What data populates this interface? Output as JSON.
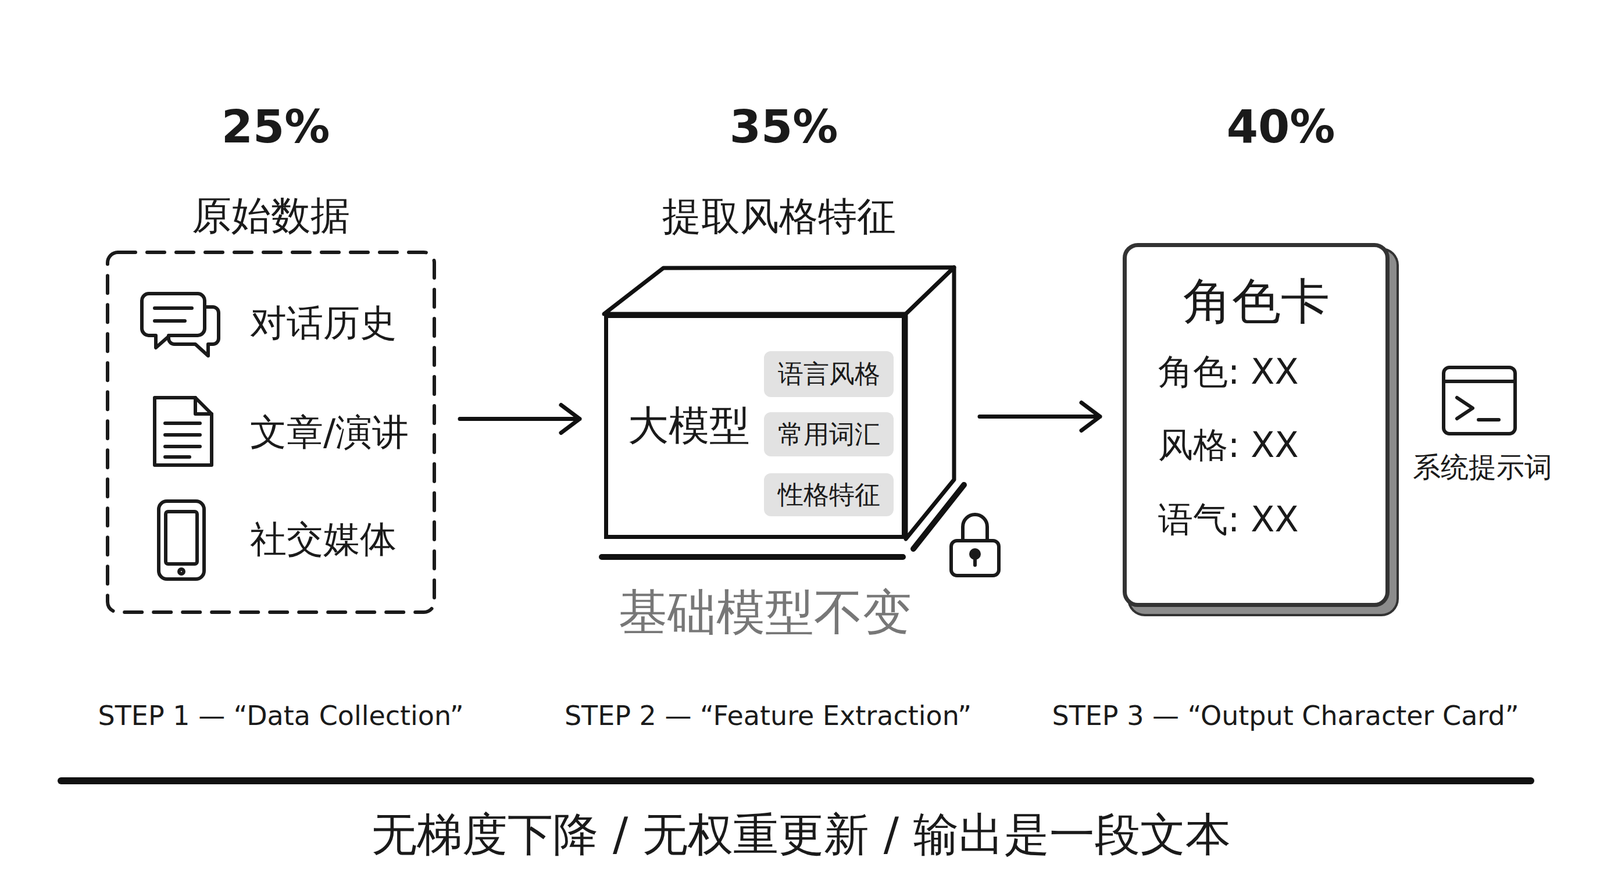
{
  "diagram": {
    "nodes": [
      {
        "text": [
          "原始数据",
          "对话历史",
          "文章/演讲",
          "社交媒体"
        ]
      },
      {
        "text": [
          "提取风格特征",
          "大模型"
        ]
      },
      {
        "text": [
          "语言风格"
        ],
        "in": 1
      },
      {
        "text": [
          "常用词汇"
        ],
        "in": 1
      },
      {
        "text": [
          "性格特征"
        ],
        "in": 1
      },
      {
        "text": [
          "角色卡",
          "角色: XX",
          "风格: XX",
          "语气: XX"
        ]
      }
    ],
    "edges": [
      {
        "from": 0,
        "to": 1,
        "arrow": "to"
      },
      {
        "from": 1,
        "to": 5,
        "arrow": "to"
      }
    ],
    "labels": [
      "25%",
      "35%",
      "40%",
      "基础模型不变",
      "系统提示词",
      "STEP 1 — “Data Collection”",
      "STEP 2 — “Feature Extraction”",
      "STEP 3 — “Output Character Card”",
      "无梯度下降 / 无权重更新 / 输出是一段文本"
    ]
  }
}
